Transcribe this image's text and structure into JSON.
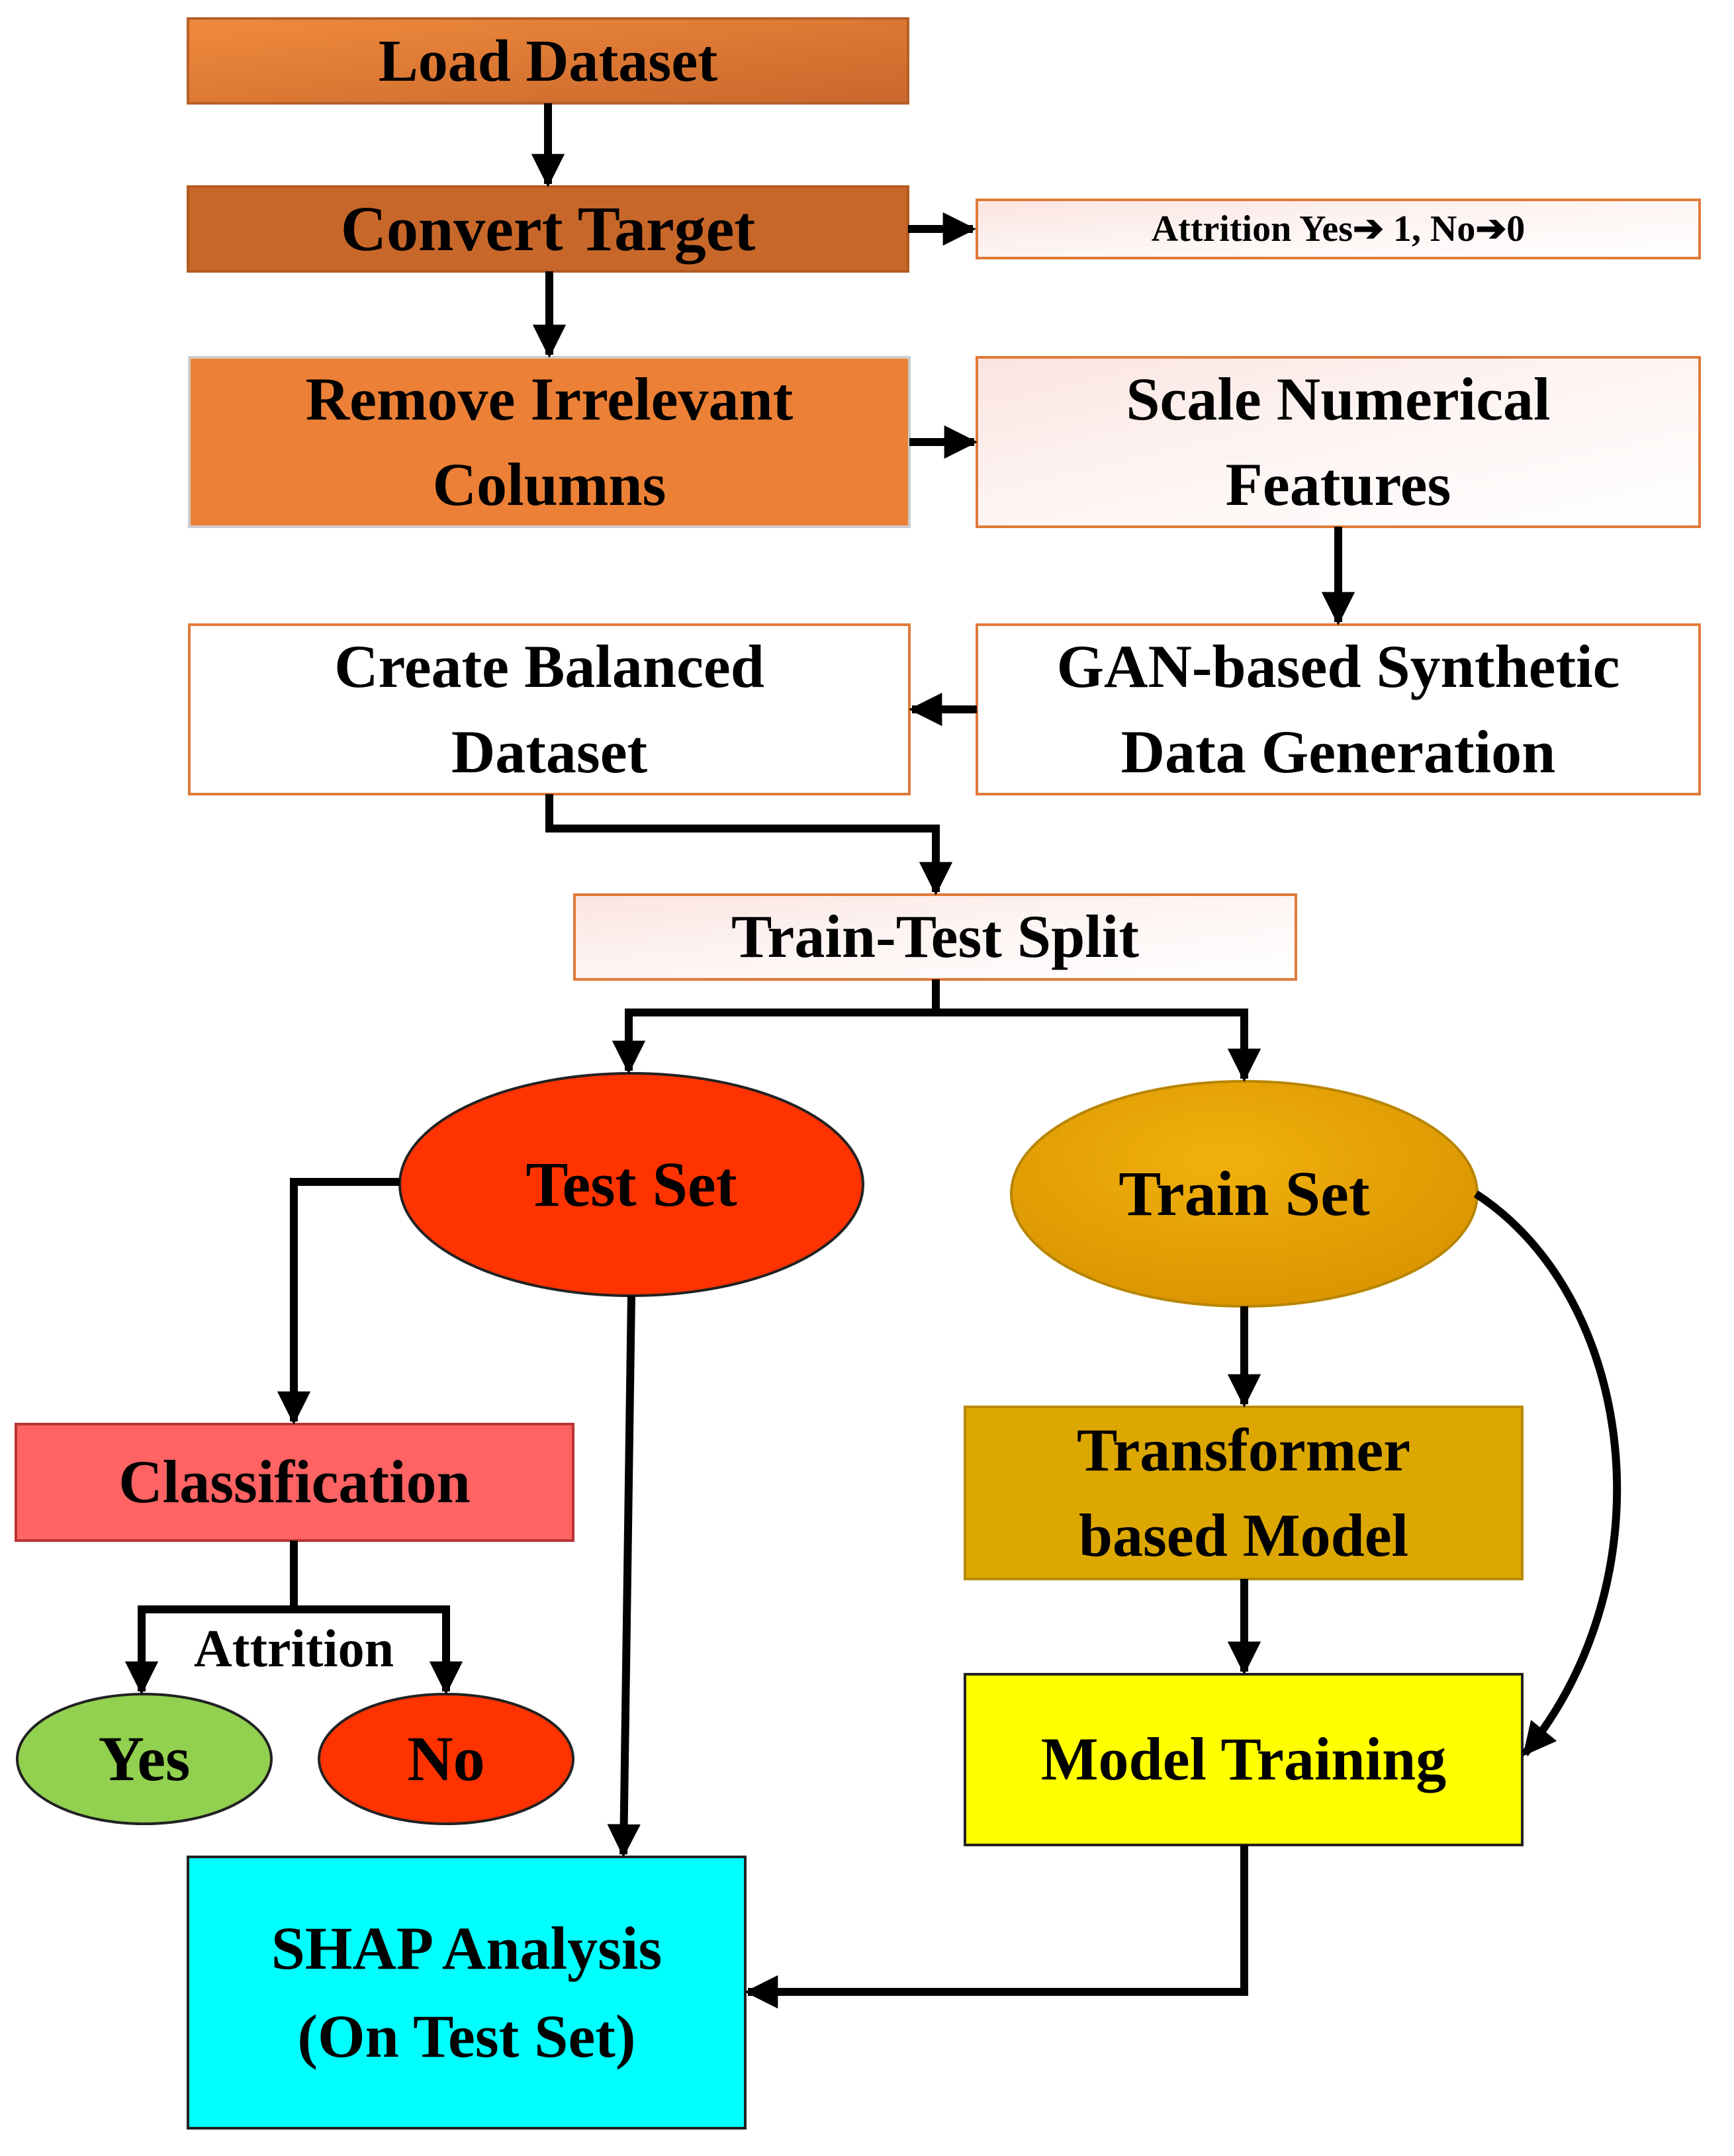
{
  "nodes": {
    "load_dataset": "Load Dataset",
    "convert_target": "Convert Target",
    "attrition_mapping": "Attrition Yes➔ 1, No➔0",
    "remove_columns": "Remove Irrelevant\nColumns",
    "scale_features": "Scale Numerical\nFeatures",
    "create_balanced": "Create Balanced\nDataset",
    "gan_generation": "GAN-based Synthetic\nData Generation",
    "train_test_split": "Train-Test Split",
    "test_set": "Test Set",
    "train_set": "Train Set",
    "classification": "Classification",
    "attrition_label": "Attrition",
    "yes": "Yes",
    "no": "No",
    "transformer_model": "Transformer\nbased Model",
    "model_training": "Model Training",
    "shap_analysis": "SHAP Analysis\n(On Test Set)"
  },
  "colors": {
    "load_dataset": "#d2702f",
    "convert_target": "#c8672a",
    "remove_columns": "#ec8036",
    "box_border": "#e07a3a",
    "test_set": "#ff3300",
    "train_set": "#e6a10a",
    "classification": "#ff6363",
    "yes": "#92d050",
    "no": "#ff3300",
    "transformer_model": "#dca700",
    "model_training": "#ffff00",
    "shap_analysis": "#00ffff"
  }
}
